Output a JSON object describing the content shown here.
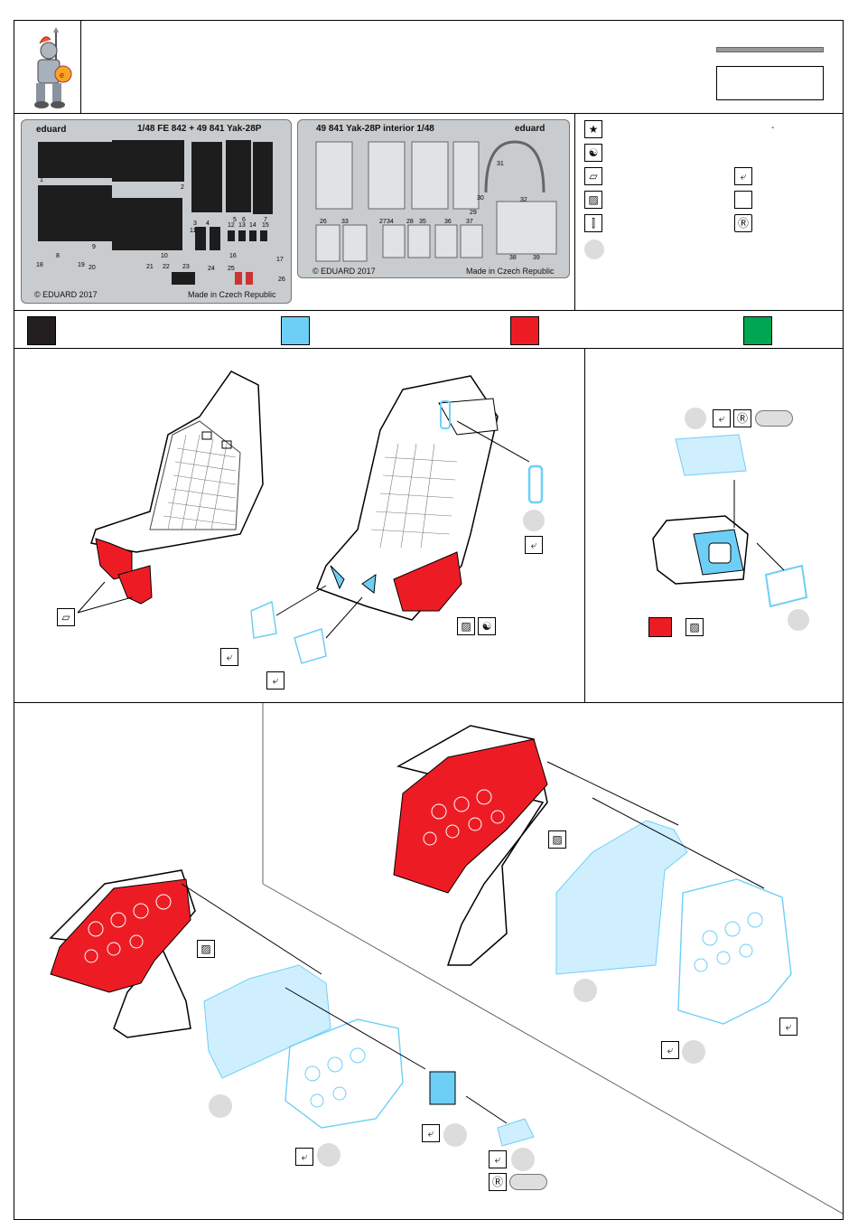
{
  "fret_left": {
    "brand": "eduard",
    "title": "1/48     FE 842 + 49 841 Yak-28P",
    "copyright": "© EDUARD 2017",
    "made_in": "Made in Czech Republic",
    "part_numbers": [
      "1",
      "2",
      "3",
      "4",
      "5",
      "6",
      "7",
      "8",
      "9",
      "10",
      "11",
      "12",
      "13",
      "14",
      "15",
      "16",
      "17",
      "18",
      "19",
      "20",
      "21",
      "22",
      "23",
      "24",
      "25",
      "26"
    ]
  },
  "fret_right": {
    "brand": "eduard",
    "title": "49 841 Yak-28P interior 1/48",
    "copyright": "© EDUARD 2017",
    "made_in": "Made in Czech Republic",
    "part_numbers": [
      "26",
      "27",
      "28",
      "29",
      "30",
      "31",
      "32",
      "33",
      "34",
      "35",
      "36",
      "37",
      "38",
      "39"
    ]
  },
  "legend": {
    "dash": "-",
    "icons": [
      "star-icon",
      "yin-yang-icon",
      "bend-icon",
      "sand-icon",
      "drill-icon",
      "fold-icon",
      "blank-box-icon",
      "r-icon"
    ]
  },
  "colors": {
    "black": "#231f20",
    "blue": "#6dcff6",
    "red": "#ed1c24",
    "green": "#00a651"
  }
}
